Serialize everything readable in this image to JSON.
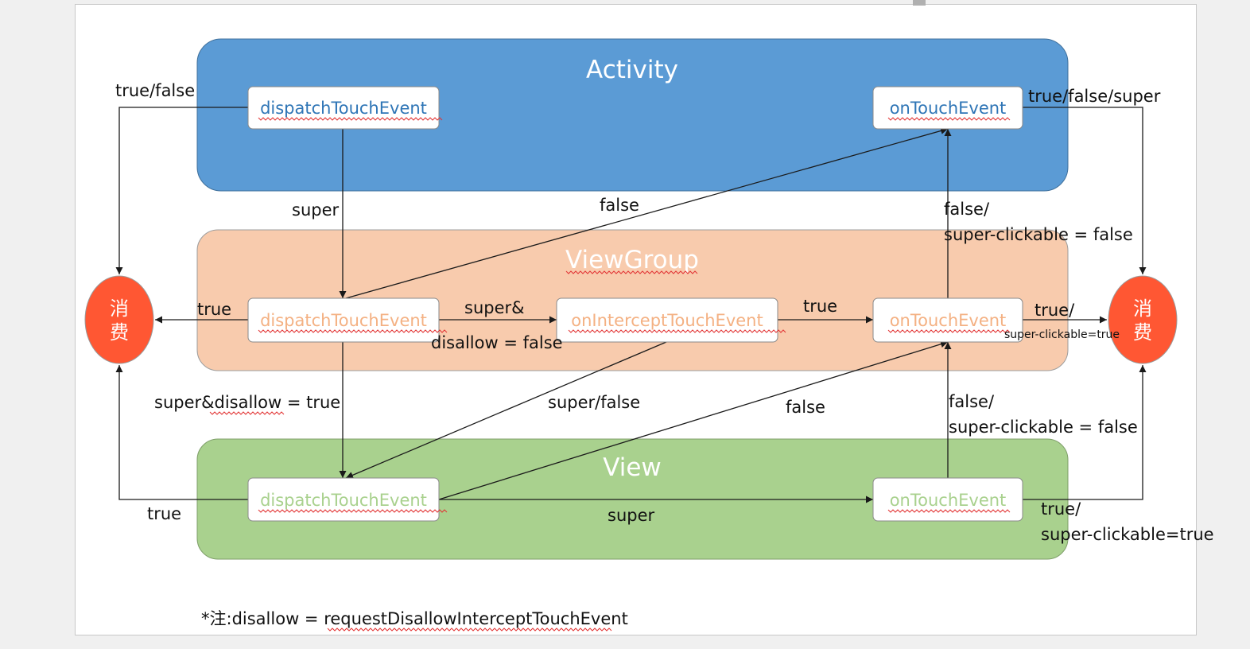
{
  "layers": {
    "activity": "Activity",
    "viewgroup": "ViewGroup",
    "view": "View"
  },
  "methods": {
    "activity_dispatch": "dispatchTouchEvent",
    "activity_ontouch": "onTouchEvent",
    "viewgroup_dispatch": "dispatchTouchEvent",
    "viewgroup_intercept": "onInterceptTouchEvent",
    "viewgroup_ontouch": "onTouchEvent",
    "view_dispatch": "dispatchTouchEvent",
    "view_ontouch": "onTouchEvent"
  },
  "consume": {
    "left": [
      "消",
      "费"
    ],
    "right": [
      "消",
      "费"
    ]
  },
  "labels": {
    "act_dispatch_consume": "true/false",
    "act_dispatch_super": "super",
    "vg_dispatch_to_act_touch": "false",
    "act_touch_consume": "true/false/super",
    "vg_touch_false_1": "false/",
    "vg_touch_false_2": "super-clickable = false",
    "vg_dispatch_consume": "true",
    "vg_dispatch_intercept_1": "super&",
    "vg_dispatch_intercept_2": "disallow = false",
    "vg_intercept_true": "true",
    "vg_touch_true_1": "true/",
    "vg_touch_true_2": "super-clickable=true",
    "vg_dispatch_disallow": "super&disallow = true",
    "vg_intercept_superfalse": "super/false",
    "view_dispatch_false": "false",
    "view_touch_false_1": "false/",
    "view_touch_false_2": "super-clickable = false",
    "view_dispatch_true": "true",
    "view_dispatch_super": "super",
    "view_touch_true_1": "true/",
    "view_touch_true_2": "super-clickable=true"
  },
  "note": {
    "prefix": "*注:disallow = ",
    "method": "requestDisallowInterceptTouchEvent"
  },
  "colors": {
    "activity_fill": "#5b9bd5",
    "activity_stroke": "#41719c",
    "activity_text": "#2e75b6",
    "viewgroup_fill": "#f8cbad",
    "viewgroup_stroke": "#9d9d9d",
    "viewgroup_text": "#f4b183",
    "view_fill": "#a9d18e",
    "view_stroke": "#7f9f6a",
    "view_text": "#a9d18e",
    "consume_fill": "#ff5733",
    "consume_stroke": "#9a9a9a"
  }
}
